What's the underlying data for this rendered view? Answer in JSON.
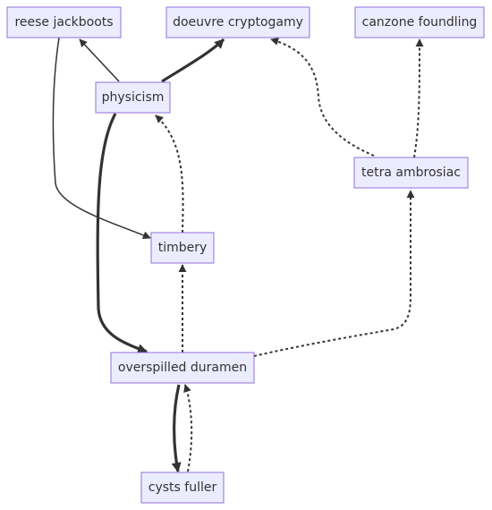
{
  "nodes": {
    "reese_jackboots": "reese jackboots",
    "doeuvre_cryptogamy": "doeuvre cryptogamy",
    "canzone_foundling": "canzone foundling",
    "physicism": "physicism",
    "tetra_ambrosiac": "tetra ambrosiac",
    "timbery": "timbery",
    "overspilled_duramen": "overspilled duramen",
    "cysts_fuller": "cysts fuller"
  },
  "edges": [
    {
      "from": "physicism",
      "to": "reese_jackboots",
      "style": "normal"
    },
    {
      "from": "physicism",
      "to": "doeuvre_cryptogamy",
      "style": "thick"
    },
    {
      "from": "reese_jackboots",
      "to": "timbery",
      "style": "normal"
    },
    {
      "from": "physicism",
      "to": "overspilled_duramen",
      "style": "thick"
    },
    {
      "from": "timbery",
      "to": "physicism",
      "style": "dotted"
    },
    {
      "from": "tetra_ambrosiac",
      "to": "doeuvre_cryptogamy",
      "style": "dotted"
    },
    {
      "from": "tetra_ambrosiac",
      "to": "canzone_foundling",
      "style": "dotted"
    },
    {
      "from": "overspilled_duramen",
      "to": "timbery",
      "style": "dotted"
    },
    {
      "from": "overspilled_duramen",
      "to": "tetra_ambrosiac",
      "style": "dotted"
    },
    {
      "from": "overspilled_duramen",
      "to": "cysts_fuller",
      "style": "thick"
    },
    {
      "from": "cysts_fuller",
      "to": "overspilled_duramen",
      "style": "dotted"
    }
  ],
  "colors": {
    "node_fill": "#ececff",
    "node_border": "#9370db",
    "edge": "#333333",
    "text": "#333333"
  }
}
